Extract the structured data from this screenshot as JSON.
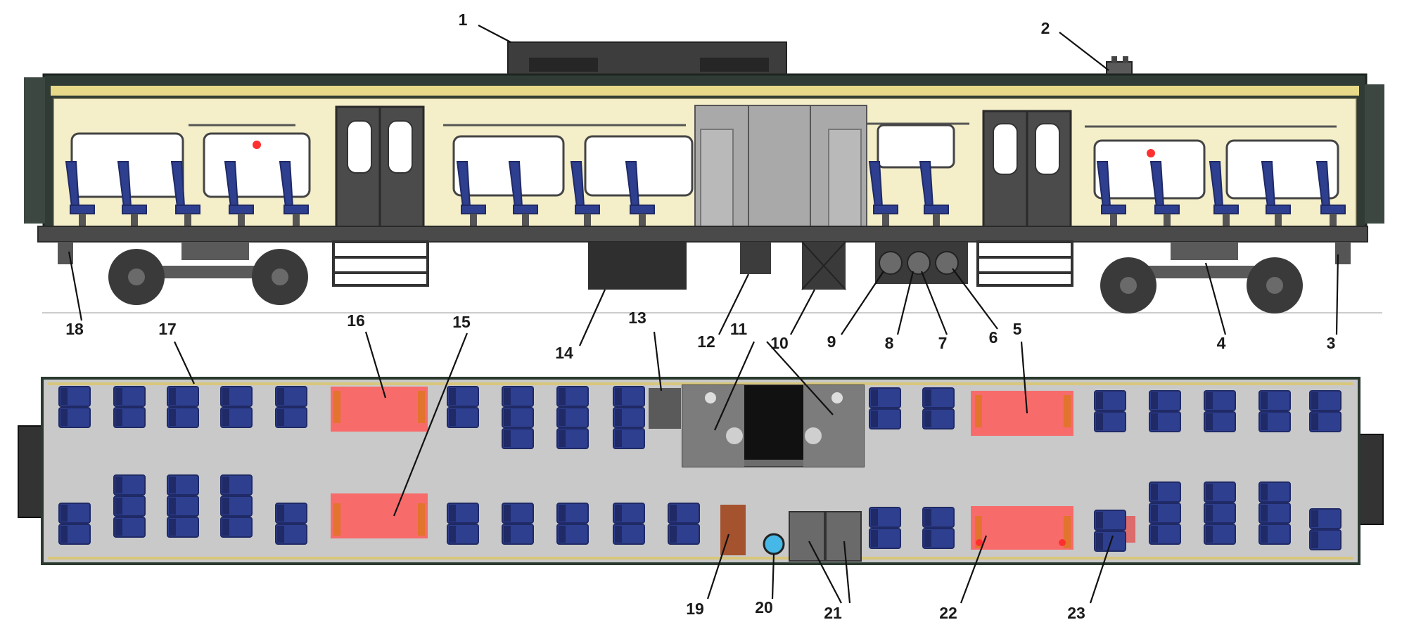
{
  "callouts": [
    {
      "id": "c1",
      "text": "1"
    },
    {
      "id": "c2",
      "text": "2"
    },
    {
      "id": "c3",
      "text": "3"
    },
    {
      "id": "c4",
      "text": "4"
    },
    {
      "id": "c5",
      "text": "5"
    },
    {
      "id": "c6",
      "text": "6"
    },
    {
      "id": "c7",
      "text": "7"
    },
    {
      "id": "c8",
      "text": "8"
    },
    {
      "id": "c9",
      "text": "9"
    },
    {
      "id": "c10",
      "text": "10"
    },
    {
      "id": "c11",
      "text": "11"
    },
    {
      "id": "c12",
      "text": "12"
    },
    {
      "id": "c13",
      "text": "13"
    },
    {
      "id": "c14",
      "text": "14"
    },
    {
      "id": "c15",
      "text": "15"
    },
    {
      "id": "c16",
      "text": "16"
    },
    {
      "id": "c17",
      "text": "17"
    },
    {
      "id": "c18",
      "text": "18"
    },
    {
      "id": "c19",
      "text": "19"
    },
    {
      "id": "c20",
      "text": "20"
    },
    {
      "id": "c21",
      "text": "21"
    },
    {
      "id": "c22",
      "text": "22"
    },
    {
      "id": "c23",
      "text": "23"
    }
  ],
  "colors": {
    "body_outline": "#2b3a2f",
    "interior_cream": "#f4eec9",
    "roof_trim": "#e8d98a",
    "seat_blue": "#2e3f8f",
    "seat_dark": "#1f2a66",
    "wheel_dark": "#3a3a3a",
    "floor_gray": "#c9c9c9",
    "partition_gray": "#a9a9a9",
    "accent_red": "#ff4a4a",
    "brown_panel": "#a5522f",
    "light_blue": "#46b8e8"
  }
}
